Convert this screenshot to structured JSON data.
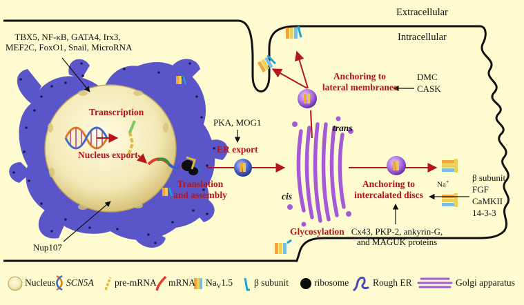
{
  "regions": {
    "extracellular": "Extracellular",
    "intracellular": "Intracellular"
  },
  "factors": {
    "line1": "TBX5, NF-κB, GATA4, Irx3,",
    "line2": "MEF2C, FoxO1, Snail, MicroRNA"
  },
  "steps": {
    "transcription": "Transcription",
    "nucleus_export": "Nucleus export",
    "translation_1": "Translation",
    "translation_2": "and assembly",
    "er_export": "ER export",
    "glycosylation": "Glycosylation",
    "anchoring_lateral_1": "Anchoring to",
    "anchoring_lateral_2": "lateral membranes",
    "anchoring_discs_1": "Anchoring to",
    "anchoring_discs_2": "intercalated discs"
  },
  "regulators": {
    "pka_mog1": "PKA, MOG1",
    "dmc": "DMC",
    "cask": "CASK",
    "beta_subunit": "β subunit",
    "fgf": "FGF",
    "camkii": "CaMKII",
    "p1433": "14-3-3",
    "cx43_1": "Cx43, PKP-2, ankyrin-G,",
    "cx43_2": "and MAGUK proteins",
    "nup107": "Nup107"
  },
  "golgi": {
    "trans": "trans",
    "cis": "cis"
  },
  "na_ion": {
    "symbol": "Na",
    "charge": "+"
  },
  "legend": {
    "nucleus": "Nucleus",
    "scn5a": "SCN5A",
    "pre_mrna": "pre-mRNA",
    "mrna": "mRNA",
    "nav15_main": "Na",
    "nav15_sub": "V",
    "nav15_tail": "1.5",
    "beta": "β subunit",
    "ribosome": "ribosome",
    "rough_er": "Rough ER",
    "golgi": "Golgi apparatus"
  },
  "colors": {
    "background": "#fdfbcf",
    "er": "#5a55c8",
    "nucleus": "#f3e9b5",
    "golgi": "#a45ad6",
    "arrow": "#b5151b",
    "text_red": "#b5151b"
  }
}
